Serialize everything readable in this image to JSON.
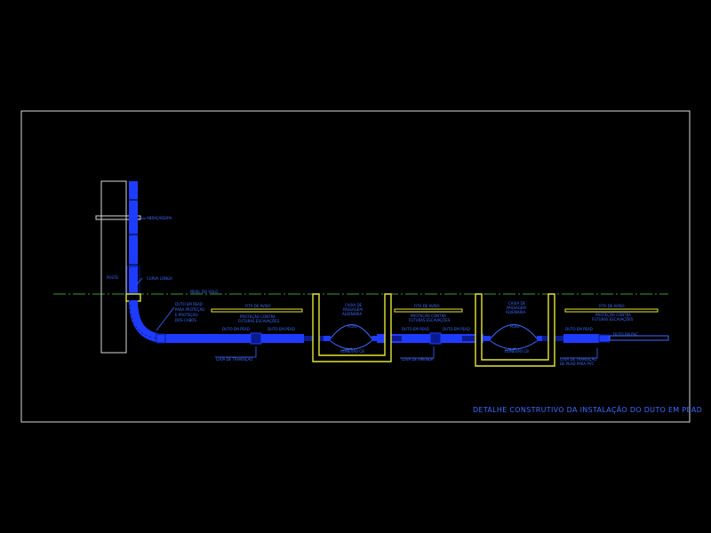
{
  "title": "DETALHE CONSTRUTIVO DA INSTALAÇÃO DO DUTO EM PEAD",
  "labels": {
    "abracadeira": "ABRAÇADEIRA",
    "poste": "POSTE",
    "curva_longa": "CURVA LONGA",
    "nivel_solo": "NÍVEL DO SOLO",
    "duto_pead_protecao": [
      "DUTO EM PEAD",
      "PARA PROTEÇÃO",
      "E PROTEÇÃO",
      "DOS CABOS"
    ],
    "fita_aviso_1": "FITA DE AVISO",
    "protecao_1": [
      "PROTEÇÃO CONTRA",
      "FUTURAS ESCAVAÇÕES"
    ],
    "duto_pead_1": "DUTO EM PEAD",
    "duto_pead_2": "DUTO EM PEAD",
    "luva_transicao": "LUVA DE TRANSIÇÃO",
    "caixa_1": [
      "CAIXA DE",
      "PASSAGEM",
      "ALVENARIA"
    ],
    "plug_1": "PLUG",
    "conexao_1": "CONEXÃO CB",
    "fita_aviso_2": "FITA DE AVISO",
    "protecao_2": [
      "PROTEÇÃO CONTRA",
      "FUTURAS ESCAVAÇÕES"
    ],
    "duto_pead_3": "DUTO EM PEAD",
    "duto_pead_4": "DUTO EM PEAD",
    "luva_emenda": "LUVA DE EMENDA",
    "caixa_2": [
      "CAIXA DE",
      "PASSAGEM",
      "ALVENARIA"
    ],
    "plug_2": "PLUG",
    "conexao_2": "CONEXÃO CB",
    "fita_aviso_3": "FITA DE AVISO",
    "protecao_3": [
      "PROTEÇÃO CONTRA",
      "FUTURAS ESCAVAÇÕES"
    ],
    "duto_pead_5": "DUTO EM PEAD",
    "duto_pvc": "DUTO EM PVC",
    "luva_transicao_pvc": [
      "LUVA DE TRANSIÇÃO",
      "DE PEAD PARA PVC"
    ]
  },
  "colors": {
    "background": "#000000",
    "frame": "#d8d8d8",
    "duct": "#1e3cff",
    "duct_dark": "#0b1a8f",
    "text": "#3f6bff",
    "ground_line": "#3a9a3a",
    "masonry_hatch": "#e6e637",
    "pole": "#d8d8d8"
  }
}
